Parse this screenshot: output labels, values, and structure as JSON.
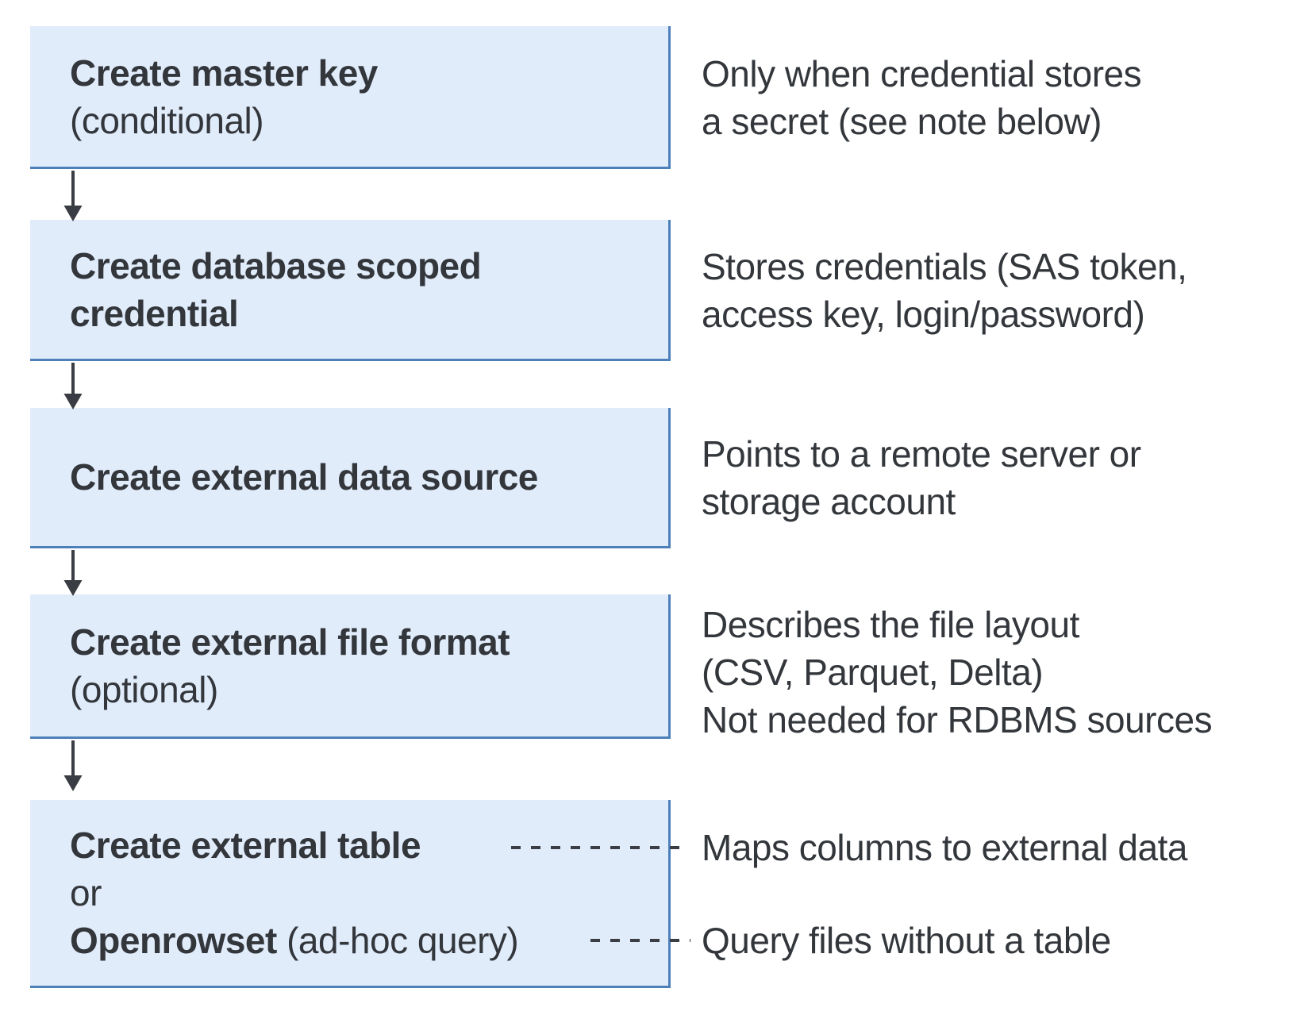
{
  "diagram": {
    "steps": [
      {
        "name": "create-master-key",
        "lines": [
          {
            "bold": "Create master key",
            "normal": ""
          },
          {
            "bold": "",
            "normal": "(conditional)"
          }
        ]
      },
      {
        "name": "create-database-scoped-credential",
        "lines": [
          {
            "bold": "Create database scoped",
            "normal": ""
          },
          {
            "bold": "credential",
            "normal": ""
          }
        ]
      },
      {
        "name": "create-external-data-source",
        "lines": [
          {
            "bold": "Create external data source",
            "normal": ""
          }
        ]
      },
      {
        "name": "create-external-file-format",
        "lines": [
          {
            "bold": "Create external file format",
            "normal": ""
          },
          {
            "bold": "",
            "normal": "(optional)"
          }
        ]
      },
      {
        "name": "create-external-table-or-openrowset",
        "lines": [
          {
            "bold": "Create external table",
            "normal": ""
          },
          {
            "bold": "",
            "normal": "or"
          },
          {
            "bold": "Openrowset",
            "normal": " (ad-hoc query)"
          }
        ]
      }
    ],
    "notes": [
      {
        "lines": [
          "Only when credential stores",
          "a secret (see note below)"
        ]
      },
      {
        "lines": [
          "Stores credentials (SAS token,",
          "access key, login/password)"
        ]
      },
      {
        "lines": [
          "Points to a remote server or",
          "storage account"
        ]
      },
      {
        "lines": [
          "Describes the file layout",
          "(CSV, Parquet, Delta)",
          "Not needed for RDBMS sources"
        ]
      },
      {
        "lines": [
          "Maps columns to external data"
        ]
      },
      {
        "lines": [
          "Query files without a table"
        ]
      }
    ],
    "colors": {
      "box_fill": "#e1ecfb",
      "box_border": "#4d7fb9",
      "arrow": "#3a3d43",
      "dash": "#3a3d43",
      "text": "#33373c"
    }
  }
}
